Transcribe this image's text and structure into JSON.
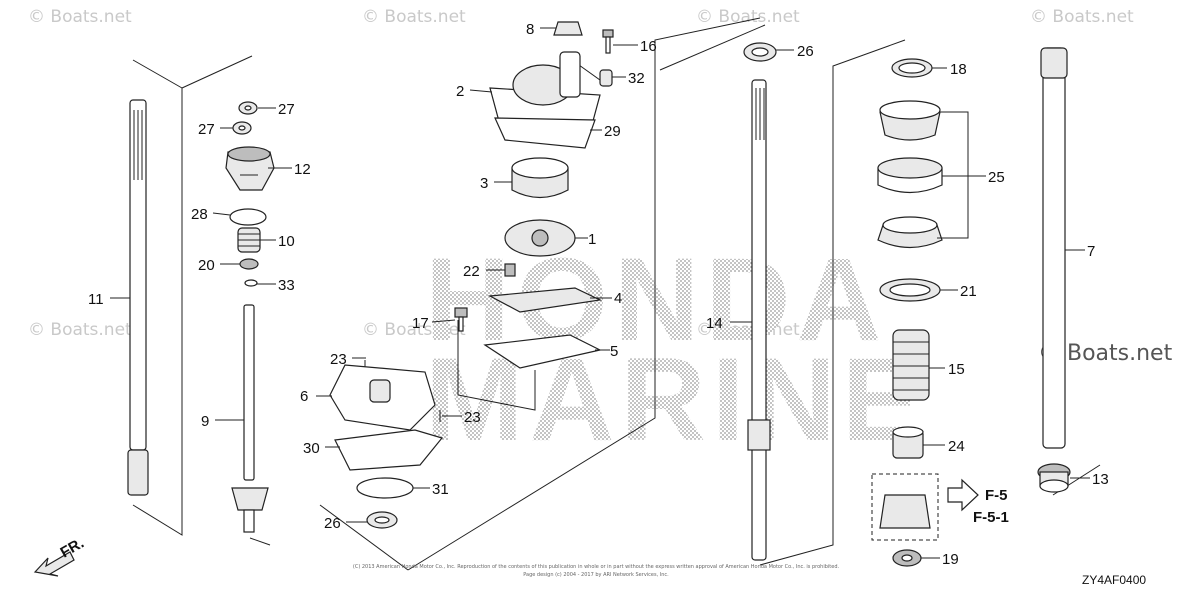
{
  "watermark": {
    "text": "© Boats.net",
    "large_text": "© Boats.net"
  },
  "brand": {
    "line1": "HONDA",
    "line2": "MARINE"
  },
  "direction": {
    "label": "FR."
  },
  "refs": {
    "ref1": "F-5",
    "ref2": "F-5-1"
  },
  "diagram_code": "ZY4AF0400",
  "copyright": {
    "line1": "(C) 2013 American Honda Motor Co., Inc. Reproduction of the contents of this publication in whole or in part without the express written approval of American Honda Motor Co., Inc. is prohibited.",
    "line2": "Page design (c) 2004 - 2017 by ARI Network Services, Inc."
  },
  "callouts": [
    "1",
    "2",
    "3",
    "4",
    "5",
    "6",
    "7",
    "8",
    "9",
    "10",
    "11",
    "12",
    "13",
    "14",
    "15",
    "16",
    "17",
    "18",
    "19",
    "20",
    "21",
    "22",
    "23",
    "23",
    "24",
    "25",
    "26",
    "26",
    "27",
    "27",
    "28",
    "29",
    "30",
    "31",
    "32",
    "33"
  ]
}
